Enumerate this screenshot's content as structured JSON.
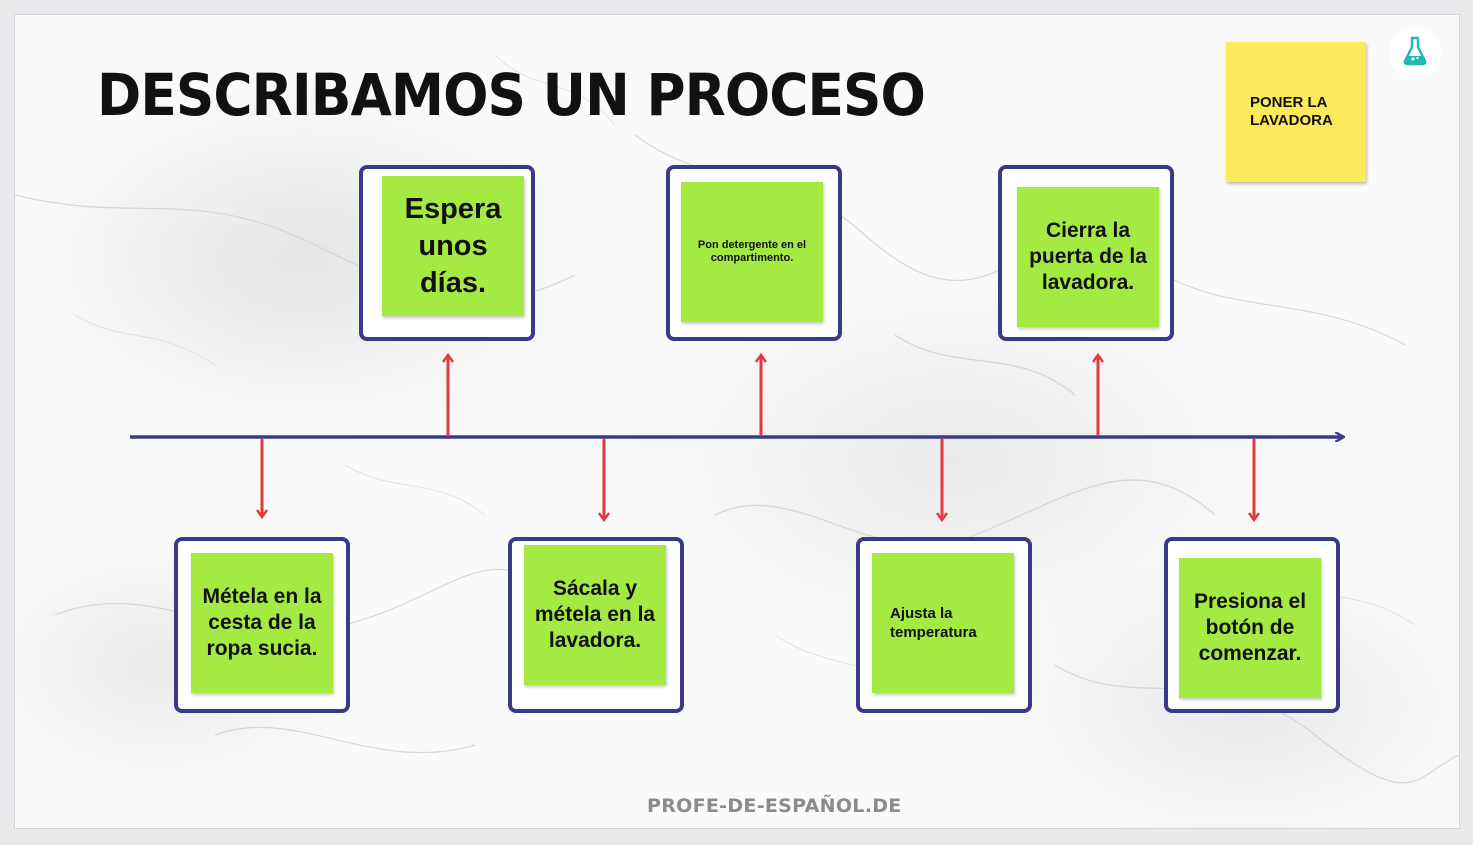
{
  "title": "DESCRIBAMOS UN PROCESO",
  "topic_note": "PONER LA LAVADORA",
  "footer": "PROFE-DE-ESPAÑOL.DE",
  "colors": {
    "note_green": "#a4ea42",
    "topic_yellow": "#fcea5a",
    "frame_border": "#3b3a8a",
    "axis_line": "#3b3a8a",
    "arrow_red": "#e03a3f"
  },
  "icons": {
    "logo": "flask-icon"
  },
  "steps": {
    "above": [
      "Espera unos días.",
      "Pon detergente en el compartimento.",
      "Cierra la puerta de la lavadora."
    ],
    "below": [
      "Métela en la cesta de la ropa sucia.",
      "Sácala y métela en la lavadora.",
      "Ajusta la temperatura",
      "Presiona el botón de comenzar."
    ]
  }
}
